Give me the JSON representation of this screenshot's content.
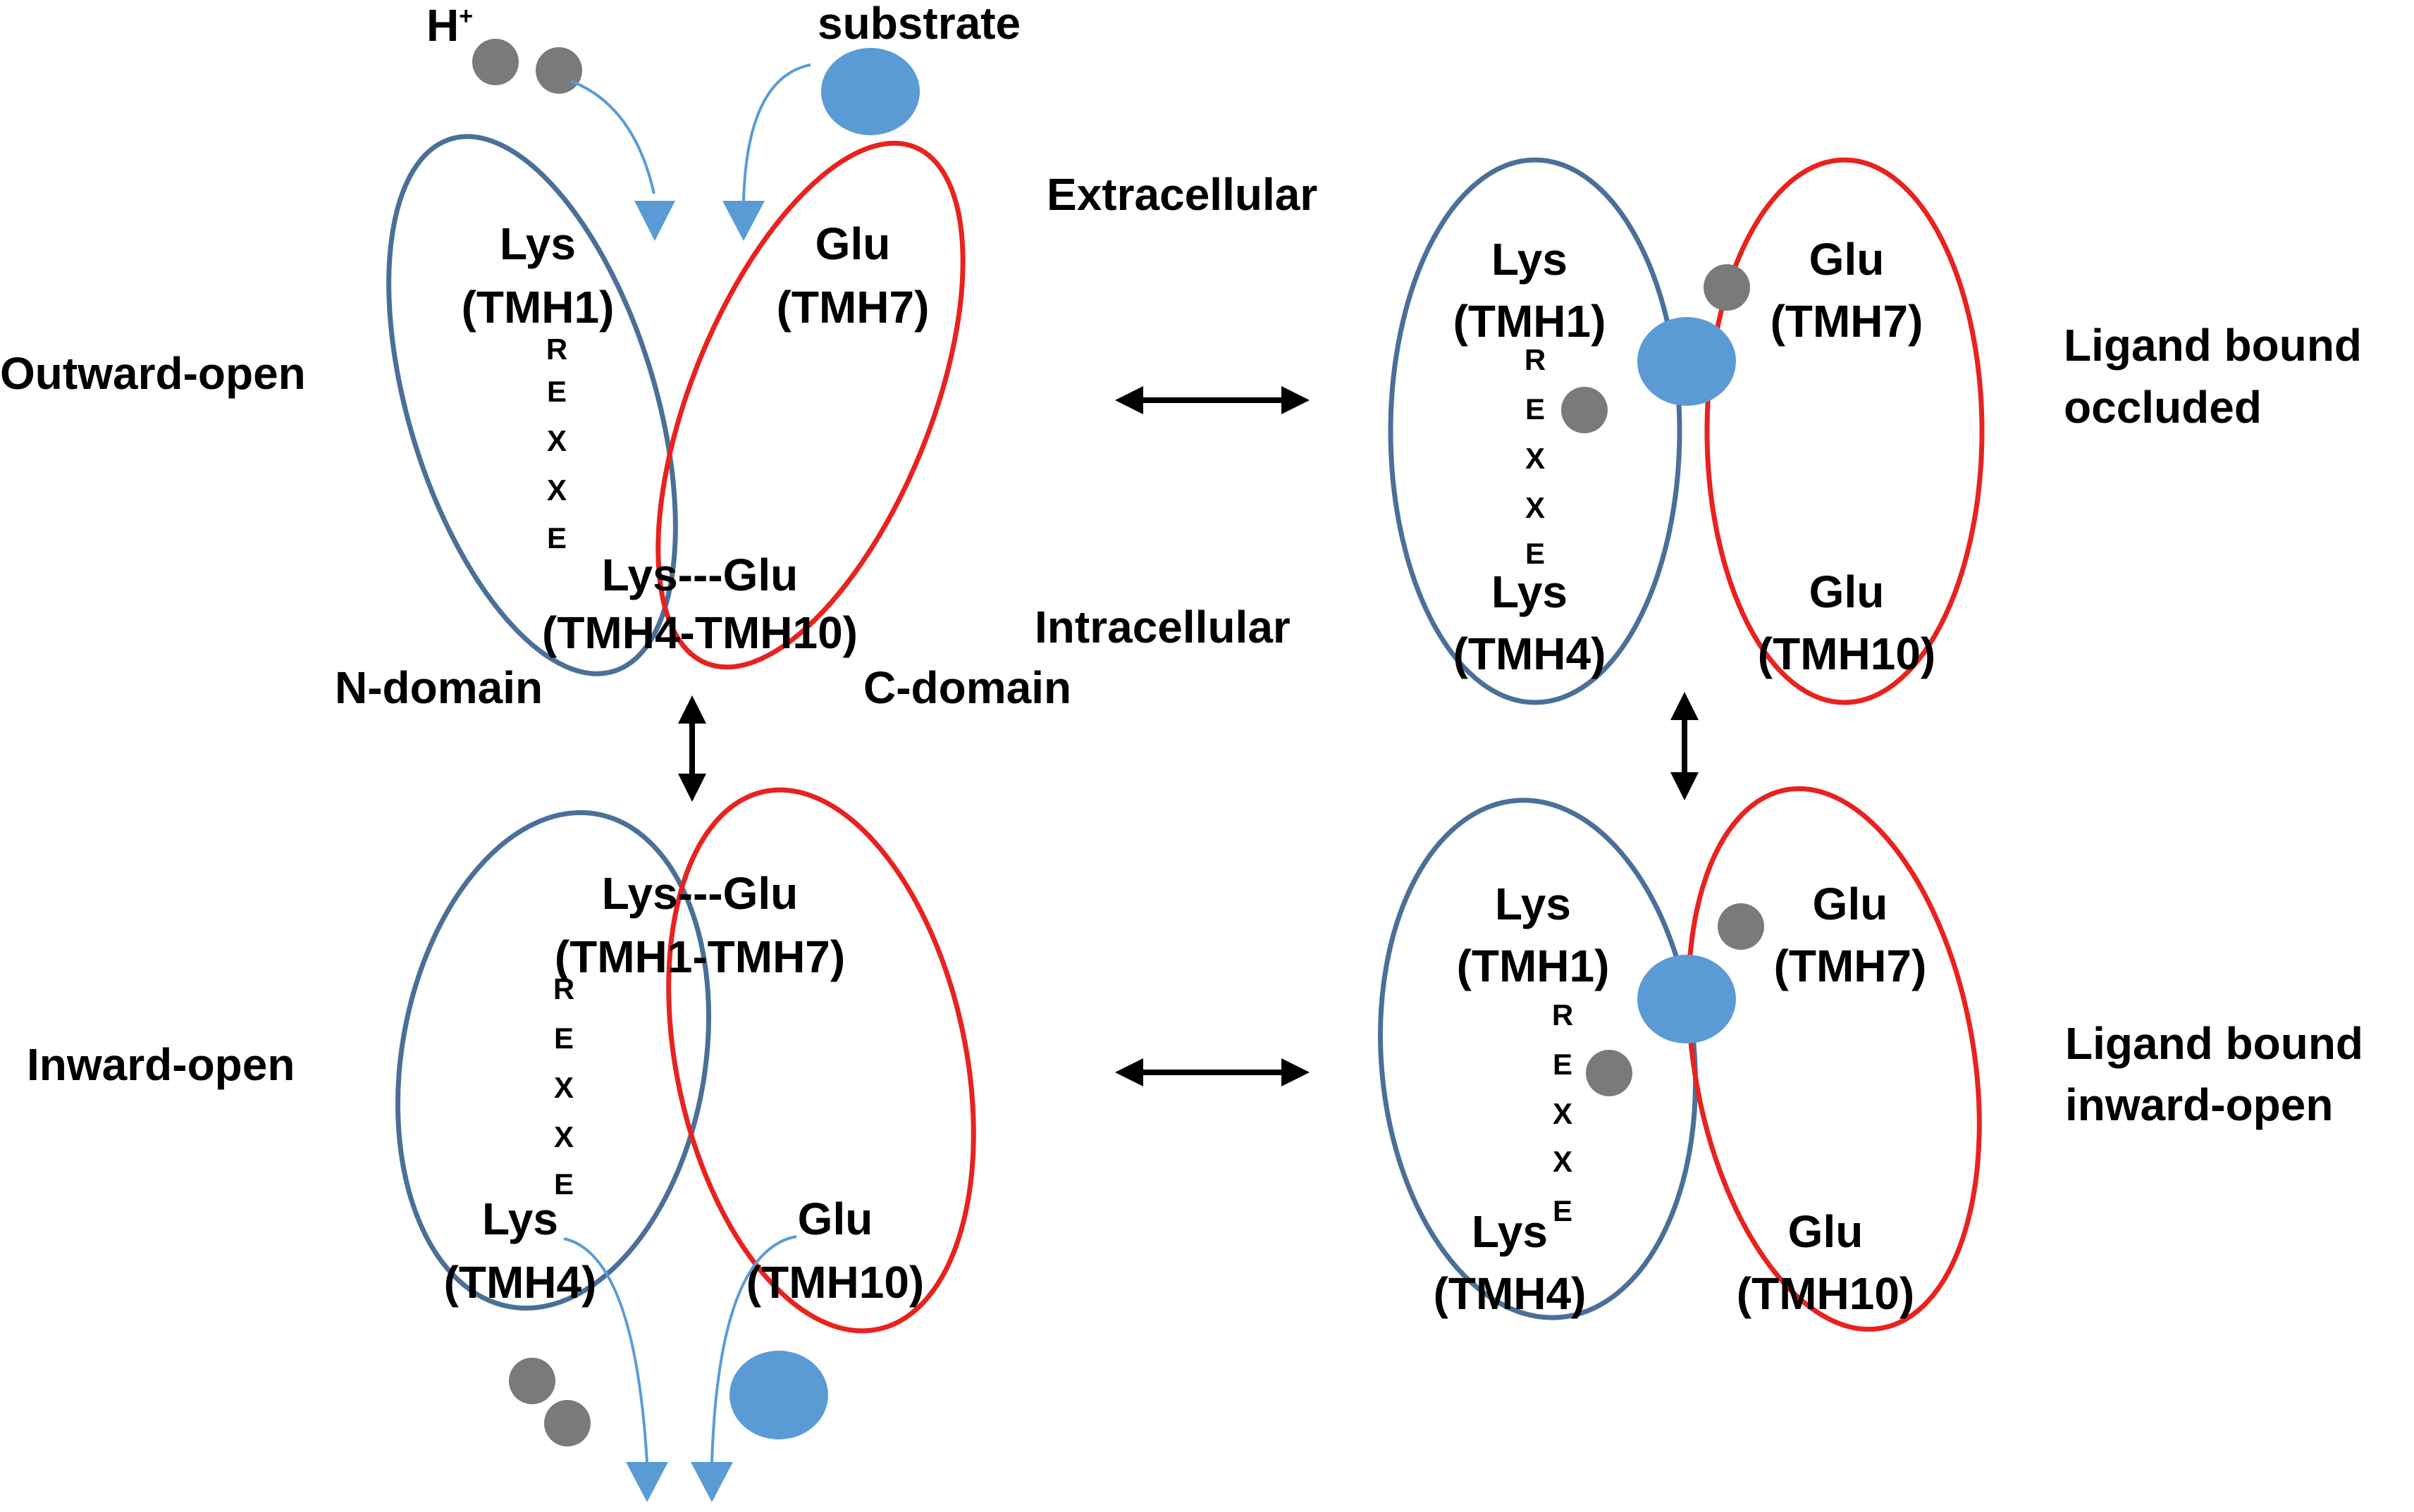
{
  "colors": {
    "n_domain_stroke": "#4a7099",
    "c_domain_stroke": "#e8231f",
    "substrate_fill": "#5b9bd5",
    "proton_fill": "#7a7a7a",
    "flow_arrow": "#5b9bd5",
    "text": "#000000"
  },
  "labels": {
    "h_plus": "H",
    "h_plus_sup": "+",
    "substrate": "substrate",
    "extracellular": "Extracellular",
    "intracellular": "Intracellular",
    "n_domain": "N-domain",
    "c_domain": "C-domain"
  },
  "motif": [
    "R",
    "E",
    "X",
    "X",
    "E"
  ],
  "states": {
    "outward_open": {
      "title": "Outward-open",
      "lys_top": "Lys",
      "lys_top_helix": "(TMH1)",
      "glu_top": "Glu",
      "glu_top_helix": "(TMH7)",
      "pair": "Lys---Glu",
      "pair_helices": "(TMH4-TMH10)"
    },
    "occluded": {
      "title_line1": "Ligand bound",
      "title_line2": "occluded",
      "lys_top": "Lys",
      "lys_top_helix": "(TMH1)",
      "glu_top": "Glu",
      "glu_top_helix": "(TMH7)",
      "lys_bottom": "Lys",
      "lys_bottom_helix": "(TMH4)",
      "glu_bottom": "Glu",
      "glu_bottom_helix": "(TMH10)"
    },
    "inward_open": {
      "title": "Inward-open",
      "pair": "Lys---Glu",
      "pair_helices": "(TMH1-TMH7)",
      "lys_bottom": "Lys",
      "lys_bottom_helix": "(TMH4)",
      "glu_bottom": "Glu",
      "glu_bottom_helix": "(TMH10)"
    },
    "bound_inward": {
      "title_line1": "Ligand bound",
      "title_line2": "inward-open",
      "lys_top": "Lys",
      "lys_top_helix": "(TMH1)",
      "glu_top": "Glu",
      "glu_top_helix": "(TMH7)",
      "lys_bottom": "Lys",
      "lys_bottom_helix": "(TMH4)",
      "glu_bottom": "Glu",
      "glu_bottom_helix": "(TMH10)"
    }
  }
}
